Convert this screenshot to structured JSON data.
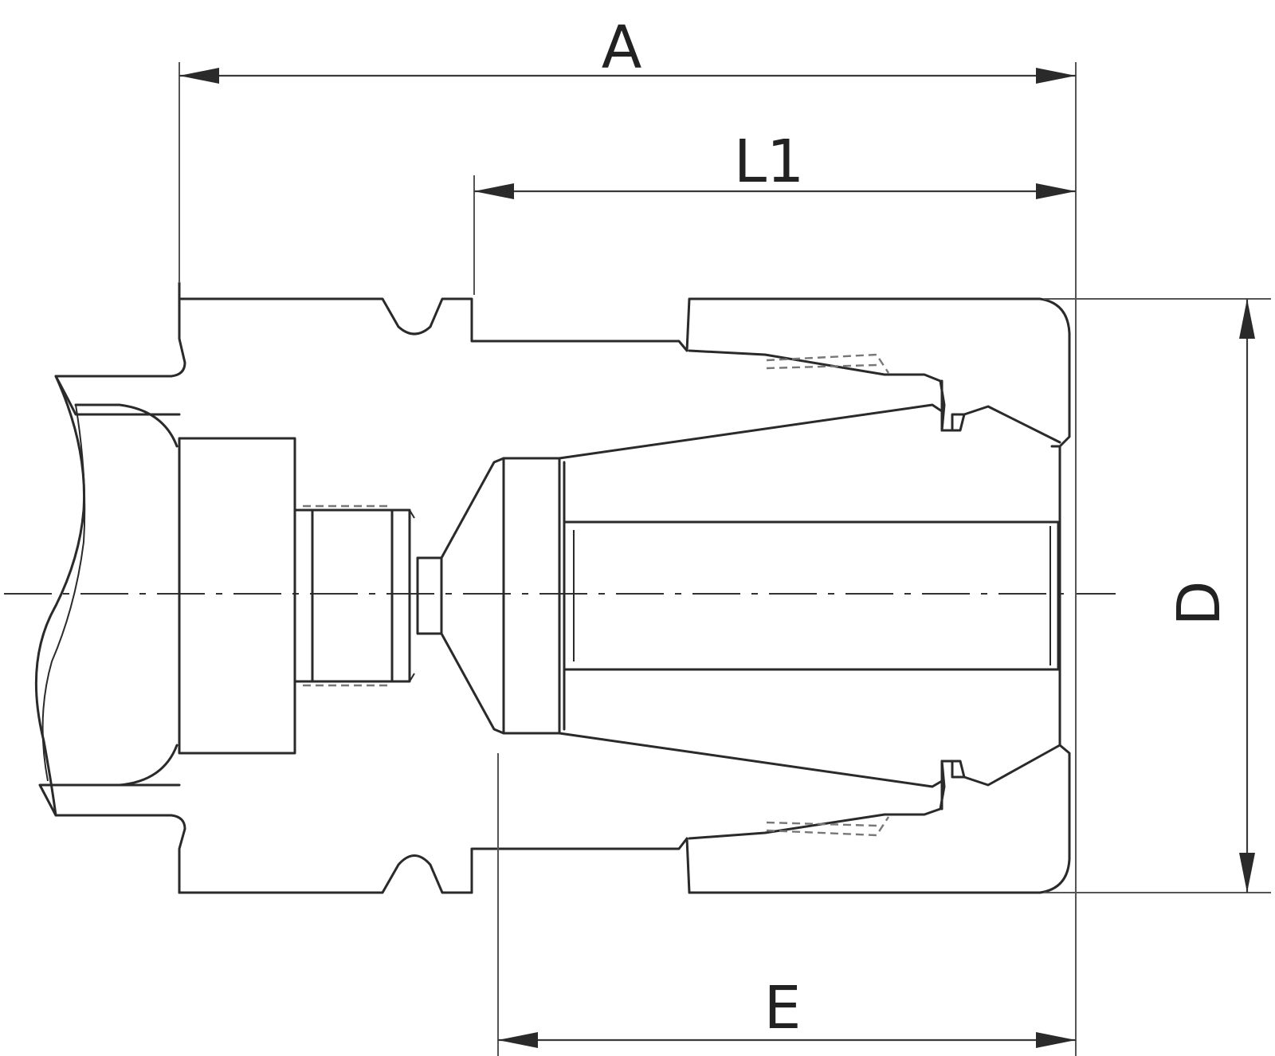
{
  "dimensions": {
    "a": "A",
    "l1": "L1",
    "d": "D",
    "e": "E"
  },
  "colors": {
    "line": "#2a2a2a",
    "background": "#ffffff"
  }
}
